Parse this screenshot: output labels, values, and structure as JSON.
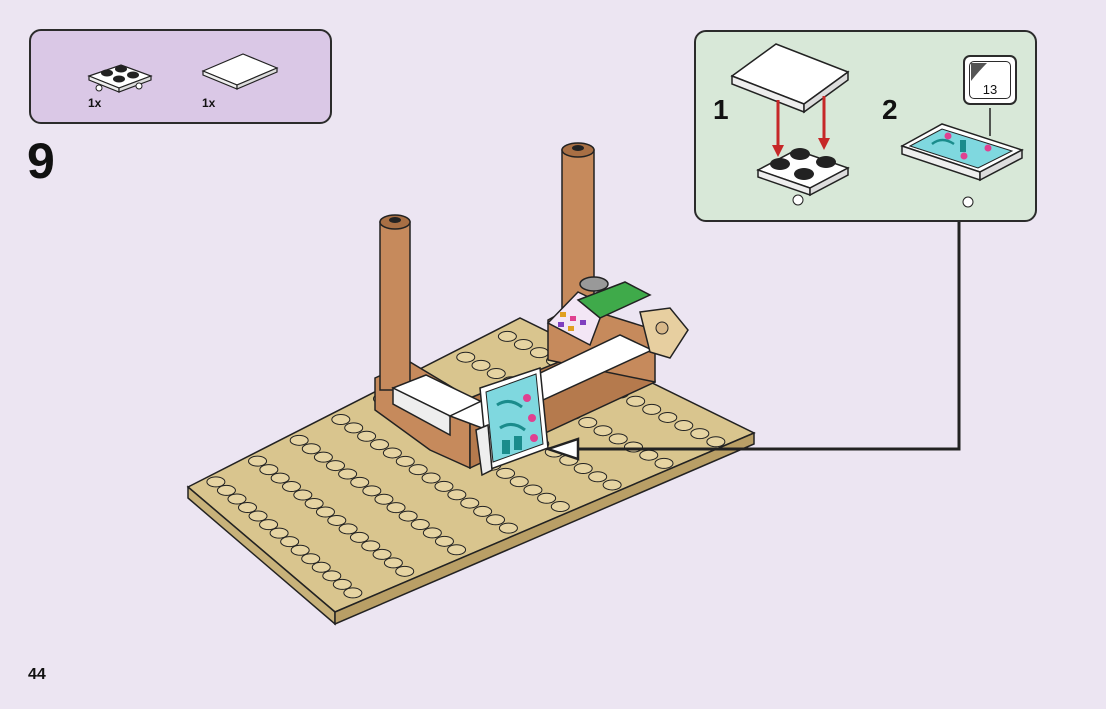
{
  "parts_list": [
    {
      "quantity": "1x",
      "icon": "plate-2x2-wheels-icon"
    },
    {
      "quantity": "1x",
      "icon": "white-tile-icon"
    }
  ],
  "step": {
    "number": "9"
  },
  "sub_assembly": {
    "steps": [
      {
        "label": "1",
        "icon": "tile-onto-plate-icon"
      },
      {
        "label": "2",
        "icon": "decorated-tile-assembly-icon"
      }
    ],
    "sticker_number": "13"
  },
  "page": {
    "number": "44"
  },
  "colors": {
    "background": "#ece5f2",
    "parts_box": "#dac8e6",
    "sub_box": "#d8e8d8",
    "tan_plate": "#d9c58e",
    "pillar": "#c68a5c",
    "arrow_red": "#c62828"
  }
}
